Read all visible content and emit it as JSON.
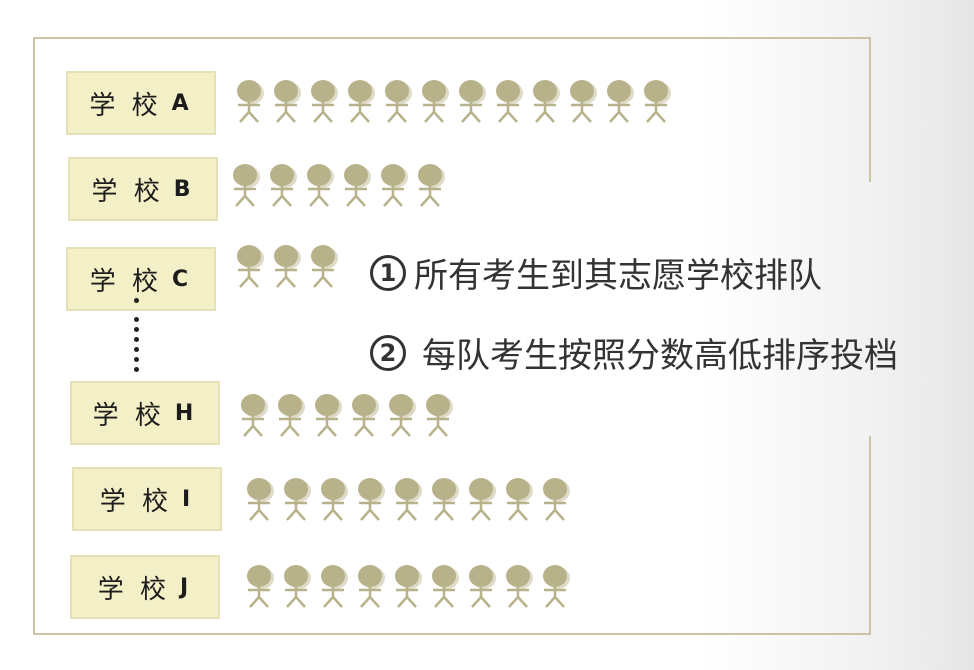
{
  "schools": [
    {
      "name": "学 校",
      "id": "A",
      "count": 12
    },
    {
      "name": "学 校",
      "id": "B",
      "count": 6
    },
    {
      "name": "学 校",
      "id": "C",
      "count": 3
    },
    {
      "name": "学 校",
      "id": "H",
      "count": 6
    },
    {
      "name": "学 校",
      "id": "I",
      "count": 9
    },
    {
      "name": "学 校",
      "id": "J",
      "count": 9
    }
  ],
  "notes": [
    {
      "marker": "1",
      "text": "所有考生到其志愿学校排队"
    },
    {
      "marker": "2",
      "text": "每队考生按照分数高低排序投档"
    }
  ],
  "colors": {
    "frame": "#c9c4a2",
    "label_bg": "#f3efc6",
    "person": "#b8b28a",
    "person_shadow": "#dedbc8"
  },
  "icons": {
    "person": "person-icon",
    "ellipsis": "vertical-ellipsis"
  }
}
